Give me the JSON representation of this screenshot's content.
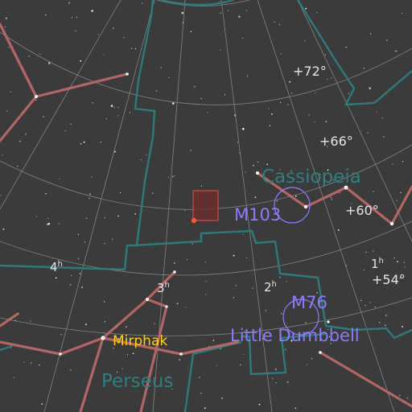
{
  "colors": {
    "background": "#3b3b3b",
    "grid": "#9a9a9a",
    "boundary": "#2c7a7a",
    "constellation_line": "#c06a6a",
    "object": "#8c7bff",
    "star_label": "#ffd400",
    "fov": "#d04a4a"
  },
  "declination_labels": [
    "+72°",
    "+66°",
    "+60°",
    "+54°"
  ],
  "hour_labels": [
    "4h",
    "3h",
    "2h",
    "1h"
  ],
  "hour_label_parts": [
    {
      "num": "4",
      "unit": "h"
    },
    {
      "num": "3",
      "unit": "h"
    },
    {
      "num": "2",
      "unit": "h"
    },
    {
      "num": "1",
      "unit": "h"
    }
  ],
  "constellations": [
    "Cassiopeia",
    "Perseus"
  ],
  "objects": [
    {
      "id": "M103",
      "label": "M103"
    },
    {
      "id": "M76",
      "label": "M76",
      "common_name": "Little Dumbbell"
    }
  ],
  "stars": [
    "Mirphak"
  ],
  "fov_marker": {
    "shape": "rectangle"
  }
}
